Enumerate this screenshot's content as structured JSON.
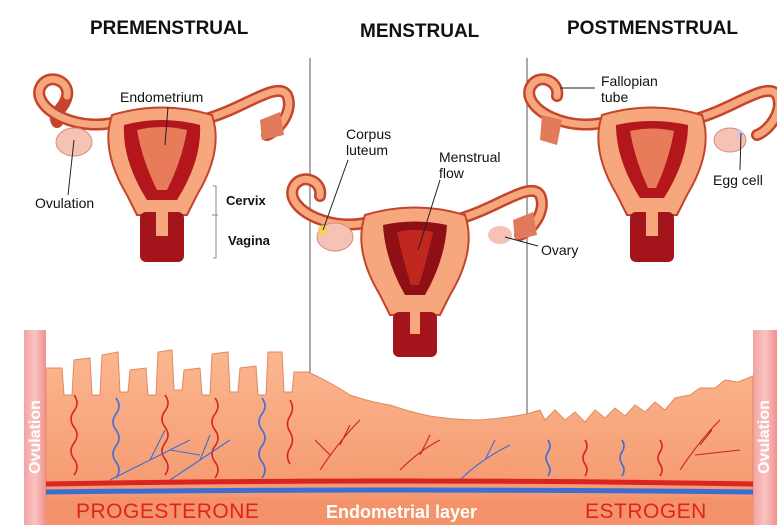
{
  "phases": {
    "premenstrual": "PREMENSTRUAL",
    "menstrual": "MENSTRUAL",
    "postmenstrual": "POSTMENSTRUAL"
  },
  "labels": {
    "endometrium": "Endometrium",
    "ovulation": "Ovulation",
    "cervix": "Cervix",
    "vagina": "Vagina",
    "corpus_luteum_1": "Corpus",
    "corpus_luteum_2": "luteum",
    "menstrual_flow_1": "Menstrual",
    "menstrual_flow_2": "flow",
    "ovary": "Ovary",
    "fallopian_tube_1": "Fallopian",
    "fallopian_tube_2": "tube",
    "egg_cell": "Egg cell"
  },
  "bottom": {
    "progesterone": "PROGESTERONE",
    "endometrial_layer": "Endometrial layer",
    "estrogen": "ESTROGEN",
    "ovulation_left": "Ovulation",
    "ovulation_right": "Ovulation"
  },
  "colors": {
    "tissue": "#f7a77d",
    "tissue_dark": "#e8825a",
    "uterus_outline": "#c5452c",
    "endometrium_red": "#b3161b",
    "cervix_red": "#a3151a",
    "vessel_red": "#d9241f",
    "vessel_blue": "#3a6fd8",
    "hormone_text": "#e2231a"
  }
}
